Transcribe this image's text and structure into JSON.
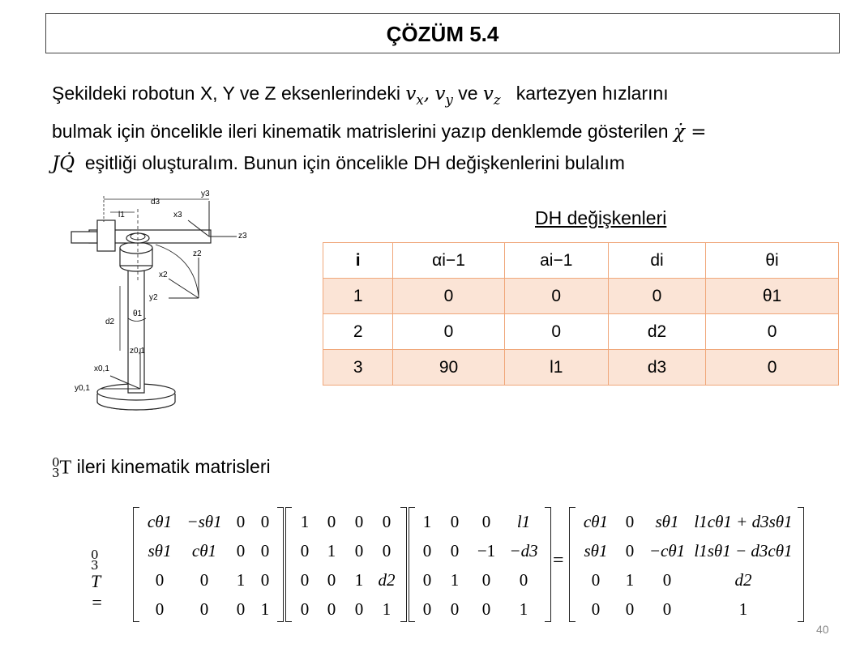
{
  "title": "ÇÖZÜM 5.4",
  "intro": {
    "part1": "Şekildeki robotun X, Y ve Z eksenlerindeki",
    "vx": "v",
    "vx_sub": "x",
    "comma": ",",
    "vy": "v",
    "vy_sub": "y",
    "ve": "ve",
    "vz": "v",
    "vz_sub": "z",
    "part2": "kartezyen hızlarını",
    "line2": "bulmak için öncelikle ileri kinematik matrislerini yazıp denklemde gösterilen",
    "chi_eq": "χ̇ =",
    "jq": "JQ̇",
    "line3": "eşitliği oluşturalım. Bunun için öncelikle DH değişkenlerini bulalım"
  },
  "figure_labels": {
    "d3": "d3",
    "l1": "l1",
    "y3": "y3",
    "x3": "x3",
    "z3": "z3",
    "z2": "z2",
    "x2": "x2",
    "y2": "y2",
    "theta1": "θ1",
    "d2": "d2",
    "z01": "z0,1",
    "x01": "x0,1",
    "y01": "y0,1"
  },
  "dh_table": {
    "title": "DH değişkenleri",
    "headers": [
      "i",
      "αi−1",
      "ai−1",
      "di",
      "θi"
    ],
    "rows": [
      [
        "1",
        "0",
        "0",
        "0",
        "θ1"
      ],
      [
        "2",
        "0",
        "0",
        "d2",
        "0"
      ],
      [
        "3",
        "90",
        "l1",
        "d3",
        "0"
      ]
    ]
  },
  "section": {
    "sup": "0",
    "sub": "3",
    "T": "T",
    "label": "ileri kinematik matrisleri"
  },
  "equation": {
    "lhs_sup": "0",
    "lhs_sub": "3",
    "lhs": "T =",
    "m1": [
      [
        "cθ1",
        "−sθ1",
        "0",
        "0"
      ],
      [
        "sθ1",
        "cθ1",
        "0",
        "0"
      ],
      [
        "0",
        "0",
        "1",
        "0"
      ],
      [
        "0",
        "0",
        "0",
        "1"
      ]
    ],
    "m2": [
      [
        "1",
        "0",
        "0",
        "0"
      ],
      [
        "0",
        "1",
        "0",
        "0"
      ],
      [
        "0",
        "0",
        "1",
        "d2"
      ],
      [
        "0",
        "0",
        "0",
        "1"
      ]
    ],
    "m3": [
      [
        "1",
        "0",
        "0",
        "l1"
      ],
      [
        "0",
        "0",
        "−1",
        "−d3"
      ],
      [
        "0",
        "1",
        "0",
        "0"
      ],
      [
        "0",
        "0",
        "0",
        "1"
      ]
    ],
    "equals": "=",
    "m4": [
      [
        "cθ1",
        "0",
        "sθ1",
        "l1cθ1 + d3sθ1"
      ],
      [
        "sθ1",
        "0",
        "−cθ1",
        "l1sθ1 − d3cθ1"
      ],
      [
        "0",
        "1",
        "0",
        "d2"
      ],
      [
        "0",
        "0",
        "0",
        "1"
      ]
    ]
  },
  "page_number": "40"
}
